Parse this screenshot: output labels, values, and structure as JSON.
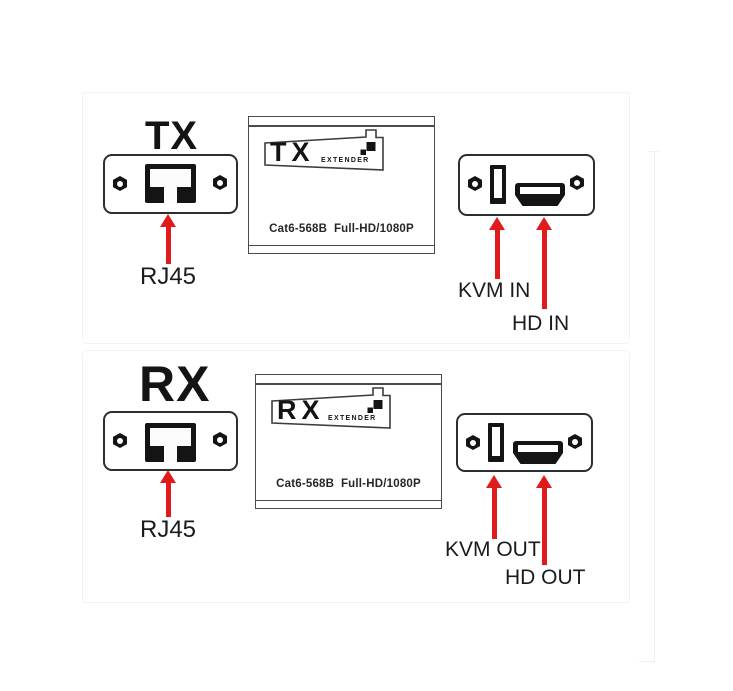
{
  "diagram": {
    "background": "#ffffff",
    "accent_arrow_color": "#e01b1b",
    "outline_color": "#2e2e2e",
    "icons": {
      "screw": "hex-screw-icon",
      "rj45": "rj45-port-icon",
      "usb": "usb-port-icon",
      "hdmi": "hdmi-port-icon",
      "pointer": "red-up-arrow-icon",
      "logo_mark": "pixel-arrow-icon"
    },
    "sections": [
      {
        "unit": "TX",
        "logo": {
          "main": "TX",
          "sub": "EXTENDER"
        },
        "caption": "Cat6-568B  Full-HD/1080P",
        "ports": {
          "rj45_label": "RJ45",
          "kvm_label": "KVM IN",
          "hd_label": "HD IN"
        }
      },
      {
        "unit": "RX",
        "logo": {
          "main": "RX",
          "sub": "EXTENDER"
        },
        "caption": "Cat6-568B  Full-HD/1080P",
        "ports": {
          "rj45_label": "RJ45",
          "kvm_label": "KVM OUT",
          "hd_label": "HD OUT"
        }
      }
    ]
  }
}
